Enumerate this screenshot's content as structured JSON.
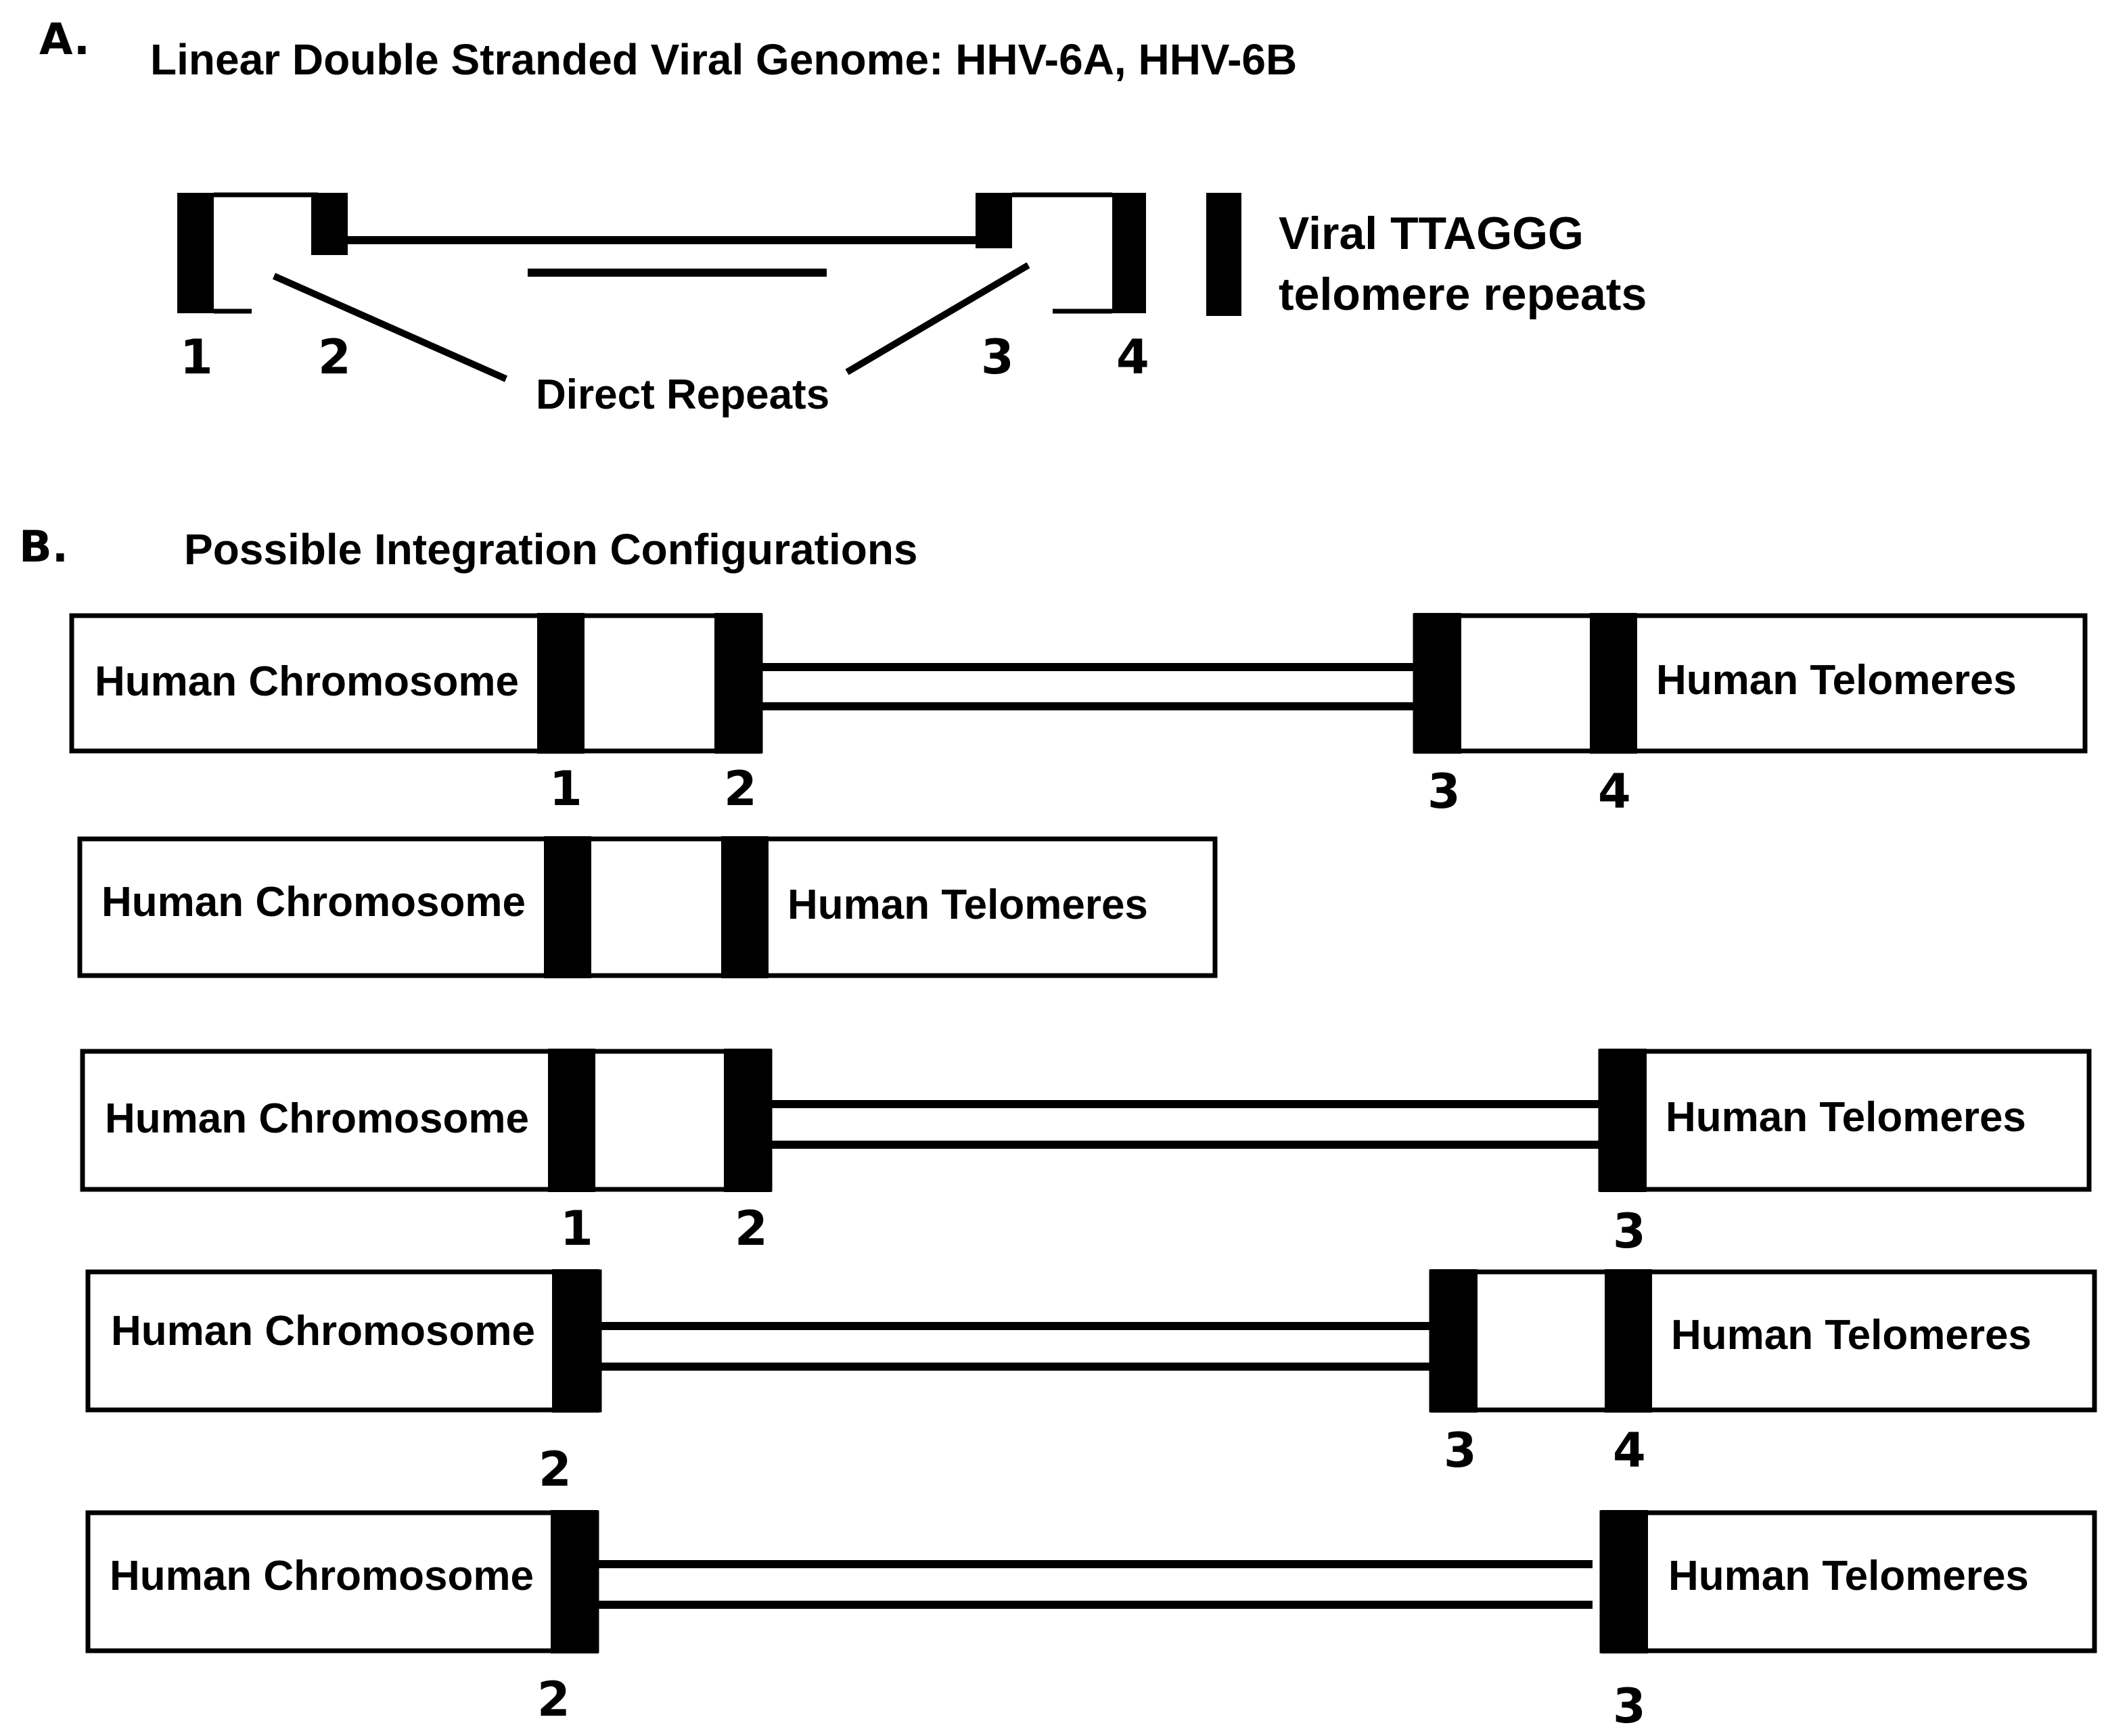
{
  "panel_a": {
    "letter": "A.",
    "title": "Linear Double Stranded Viral Genome: HHV-6A, HHV-6B",
    "labels": [
      "1",
      "2",
      "3",
      "4"
    ],
    "direct_repeats_label": "Direct Repeats",
    "legend": {
      "line1": "Viral TTAGGG",
      "line2": "telomere repeats"
    }
  },
  "panel_b": {
    "letter": "B.",
    "title": "Possible Integration Configurations",
    "chromosome_label": "Human Chromosome",
    "telomere_label": "Human Telomeres",
    "configs": [
      {
        "labels": [
          "1",
          "2",
          "3",
          "4"
        ]
      },
      {
        "labels": []
      },
      {
        "labels": [
          "1",
          "2",
          "3"
        ]
      },
      {
        "labels": [
          "2",
          "3",
          "4"
        ]
      },
      {
        "labels": [
          "2",
          "3"
        ]
      }
    ]
  },
  "colors": {
    "stroke": "#000000",
    "background": "#ffffff"
  }
}
